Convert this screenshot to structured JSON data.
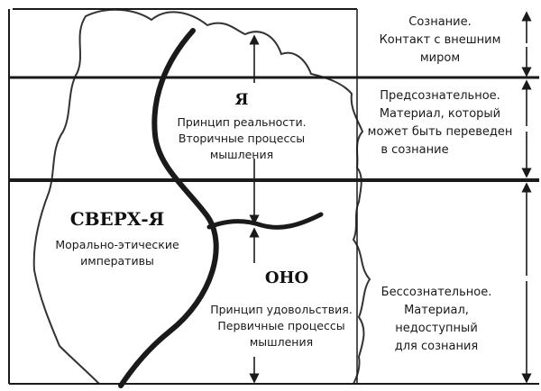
{
  "levels": {
    "conscious": {
      "title": "Сознание.",
      "line2": "Контакт с внешним",
      "line3": "миром"
    },
    "preconscious": {
      "title": "Предсознательное.",
      "line2": "Материал, который",
      "line3": "может  быть переведен",
      "line4": "в сознание"
    },
    "unconscious": {
      "title": "Бессознательное.",
      "line2": "Материал,",
      "line3": "недоступный",
      "line4": "для сознания"
    }
  },
  "structures": {
    "ego": {
      "name": "Я",
      "line1": "Принцип реальности.",
      "line2": "Вторичные процессы",
      "line3": "мышления"
    },
    "superego": {
      "name": "СВЕРХ-Я",
      "line1": "Морально-этические",
      "line2": "императивы"
    },
    "id": {
      "name": "ОНО",
      "line1": "Принцип удовольствия.",
      "line2": "Первичные процессы",
      "line3": "мышления"
    }
  },
  "colors": {
    "ink": "#1a1a1a",
    "background": "#ffffff"
  }
}
